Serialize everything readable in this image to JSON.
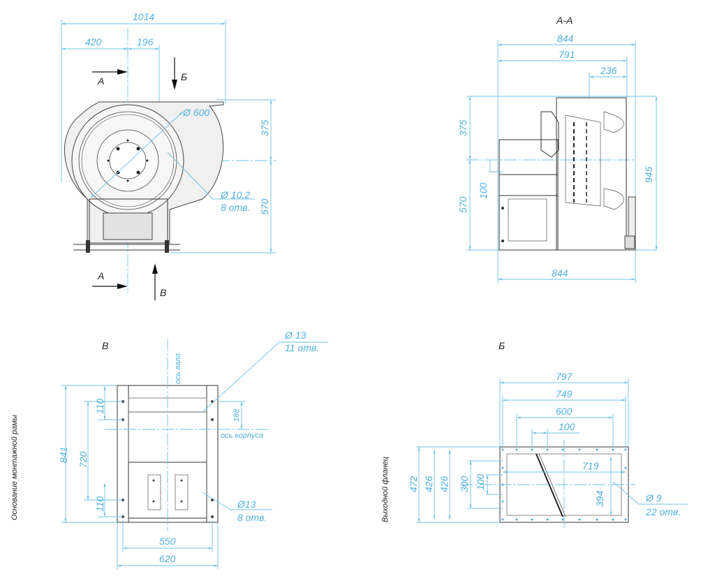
{
  "views": {
    "front": {
      "section_letter_top": "A",
      "view_letter_b": "Б",
      "section_letter_bottom": "A",
      "view_letter_v": "В",
      "dims": {
        "total_width": "1014",
        "left_part": "420",
        "mid_part": "196",
        "diameter": "Ø 600",
        "upper_height": "375",
        "lower_height": "570",
        "holes_dia": "Ø 10,2",
        "holes_count": "8 отв."
      }
    },
    "section_aa": {
      "title": "A-A",
      "dims": {
        "width_top": "844",
        "width_inner": "791",
        "width_small": "236",
        "height_upper": "375",
        "height_lower": "570",
        "height_100": "100",
        "height_total": "945",
        "width_bottom": "844"
      }
    },
    "view_v": {
      "title": "В",
      "side_caption": "Основание монтажной рамы",
      "axis_shaft": "ось вала",
      "axis_body": "ось корпуса",
      "dims": {
        "hole_dia": "Ø 13",
        "hole_count": "11 отв.",
        "height_total": "841",
        "height_110_top": "110",
        "height_720": "720",
        "height_110_bottom": "110",
        "offset_188": "188",
        "hole2_dia": "Ø13",
        "hole2_count": "8 отв.",
        "width_550": "550",
        "width_620": "620"
      }
    },
    "view_b": {
      "title": "Б",
      "side_caption": "Выходной фланец",
      "dims": {
        "w797": "797",
        "w749": "749",
        "w600": "600",
        "w100": "100",
        "w719": "719",
        "h472": "472",
        "h426a": "426",
        "h426b": "426",
        "h300": "300",
        "h100": "100",
        "h394": "394",
        "hole_dia": "Ø 9",
        "hole_count": "22 отв."
      }
    }
  }
}
